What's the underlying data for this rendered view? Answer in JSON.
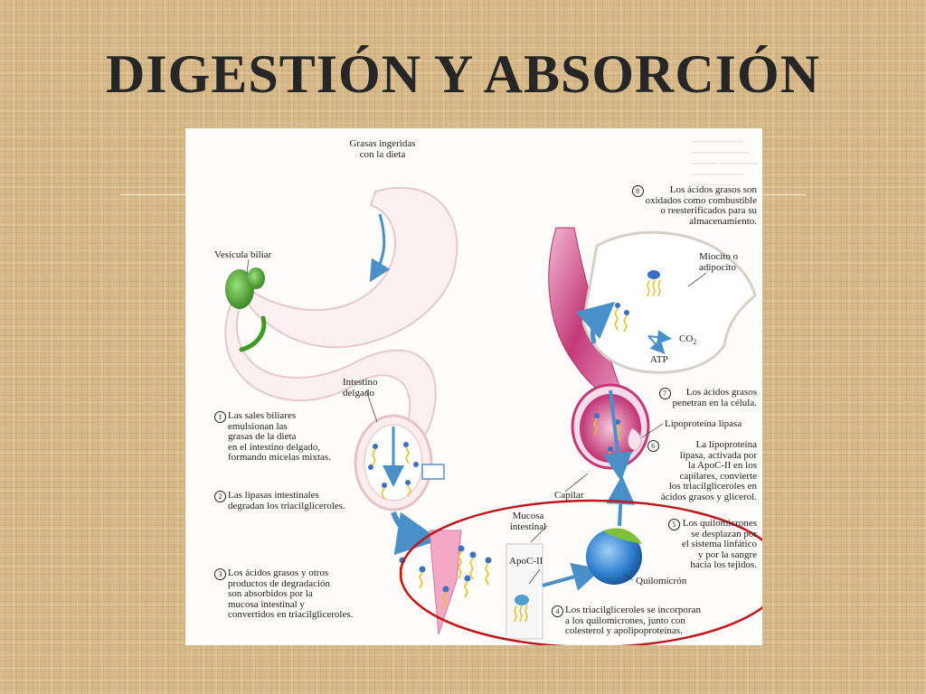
{
  "slide": {
    "title": "DIGESTIÓN Y ABSORCIÓN"
  },
  "diagram": {
    "labels": {
      "grasas_ingeridas": "Grasas ingeridas\ncon la dieta",
      "vesicula_biliar": "Vesícula biliar",
      "intestino_delgado": "Intestino\ndelgado",
      "miocito": "Miocito o\nadipocito",
      "co2": "CO",
      "co2_sub": "2",
      "atp": "ATP",
      "lipoproteina_lipasa": "Lipoproteína lipasa",
      "capilar": "Capilar",
      "mucosa_intestinal": "Mucosa\nintestinal",
      "apoc_ii": "ApoC-II",
      "quilomicron": "Quilomicrón"
    },
    "steps": [
      {
        "num": "1",
        "text": "Las sales biliares\nemulsionan las\ngrasas de la dieta\nen el intestino delgado,\nformando micelas mixtas."
      },
      {
        "num": "2",
        "text": "Las lipasas intestinales\ndegradan los triacilgliceroles."
      },
      {
        "num": "3",
        "text": "Los ácidos grasos y otros\nproductos de degradación\nson absorbidos por la\nmucosa intestinal y\nconvertidos en triacilgliceroles."
      },
      {
        "num": "4",
        "text": "Los triacilgliceroles se incorporan\na los quilomicrones, junto con\ncolesterol y apolipoproteínas."
      },
      {
        "num": "5",
        "text": "Los quilomicrones\nse desplazan por\nel sistema linfático\ny por la sangre\nhacia los tejidos."
      },
      {
        "num": "6",
        "text": "La lipoproteína\nlipasa, activada por\nla ApoC-II en los\ncapilares, convierte\nlos triacilgliceroles en\nácidos grasos y glicerol."
      },
      {
        "num": "7",
        "text": "Los ácidos grasos\npenetran en la célula."
      },
      {
        "num": "8",
        "text": "Los ácidos grasos son\noxidados como combustible\no reesterificados para su\nalmacenamiento."
      }
    ]
  },
  "colors": {
    "background": "#d8b98a",
    "title": "#262626",
    "highlight_ellipse": "#c0161c",
    "vessel": "#c23a78",
    "arrow": "#4a90c8",
    "gallbladder": "#3f9a26"
  }
}
